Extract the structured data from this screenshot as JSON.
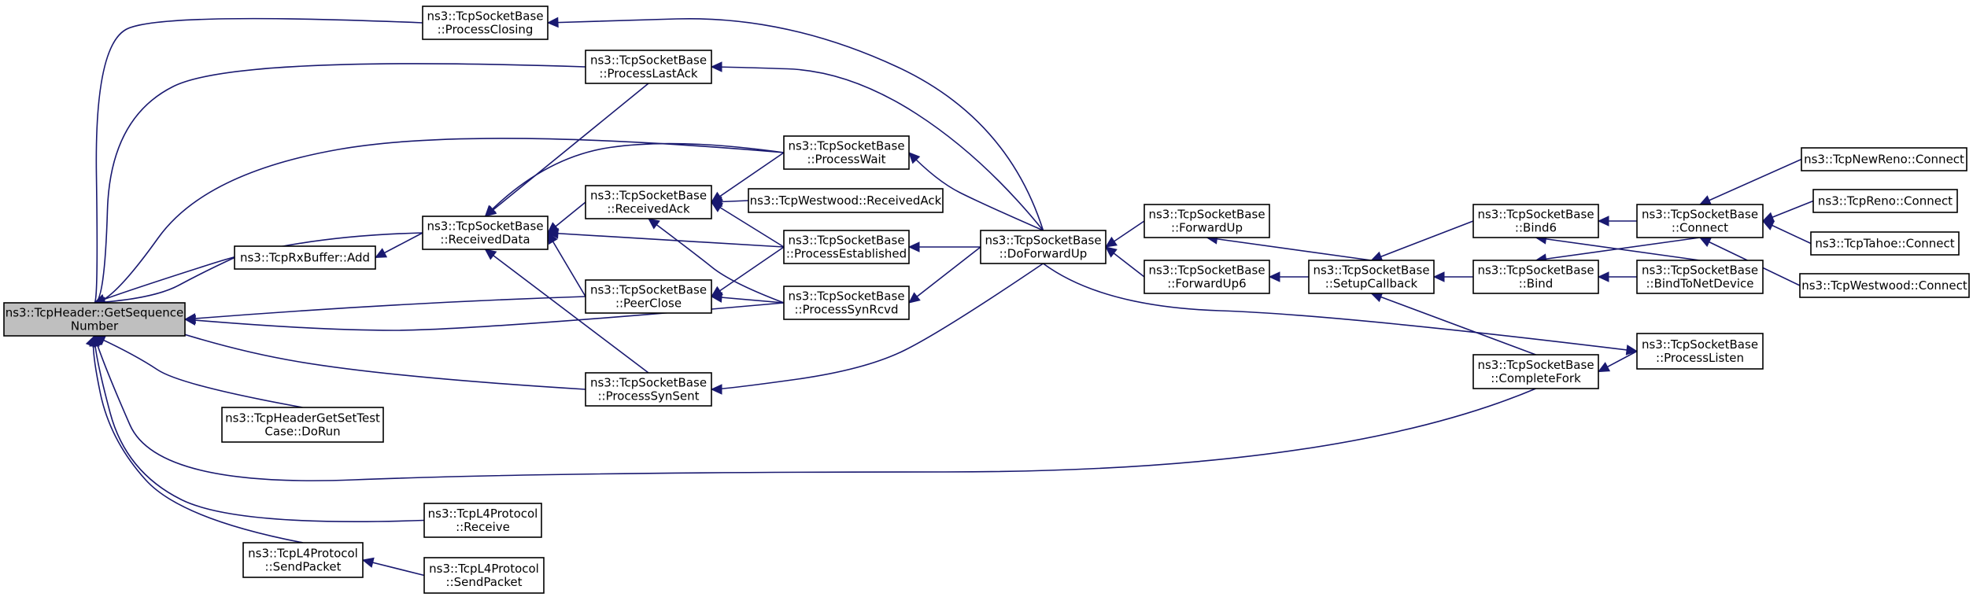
{
  "nodes": [
    {
      "id": "root",
      "label": [
        "ns3::TcpHeader::GetSequence",
        "Number"
      ],
      "highlight": true
    },
    {
      "id": "processClosing",
      "label": [
        "ns3::TcpSocketBase",
        "::ProcessClosing"
      ]
    },
    {
      "id": "processLastAck",
      "label": [
        "ns3::TcpSocketBase",
        "::ProcessLastAck"
      ]
    },
    {
      "id": "processWait",
      "label": [
        "ns3::TcpSocketBase",
        "::ProcessWait"
      ]
    },
    {
      "id": "receivedData",
      "label": [
        "ns3::TcpSocketBase",
        "::ReceivedData"
      ]
    },
    {
      "id": "receivedAck",
      "label": [
        "ns3::TcpSocketBase",
        "::ReceivedAck"
      ]
    },
    {
      "id": "westwoodReceivedAck",
      "label": [
        "ns3::TcpWestwood::ReceivedAck"
      ]
    },
    {
      "id": "rxBufferAdd",
      "label": [
        "ns3::TcpRxBuffer::Add"
      ]
    },
    {
      "id": "processEstablished",
      "label": [
        "ns3::TcpSocketBase",
        "::ProcessEstablished"
      ]
    },
    {
      "id": "doForwardUp",
      "label": [
        "ns3::TcpSocketBase",
        "::DoForwardUp"
      ]
    },
    {
      "id": "peerClose",
      "label": [
        "ns3::TcpSocketBase",
        "::PeerClose"
      ]
    },
    {
      "id": "processSynRcvd",
      "label": [
        "ns3::TcpSocketBase",
        "::ProcessSynRcvd"
      ]
    },
    {
      "id": "processSynSent",
      "label": [
        "ns3::TcpSocketBase",
        "::ProcessSynSent"
      ]
    },
    {
      "id": "headerTestDoRun",
      "label": [
        "ns3::TcpHeaderGetSetTest",
        "Case::DoRun"
      ]
    },
    {
      "id": "l4Receive",
      "label": [
        "ns3::TcpL4Protocol",
        "::Receive"
      ]
    },
    {
      "id": "l4SendPacketA",
      "label": [
        "ns3::TcpL4Protocol",
        "::SendPacket"
      ]
    },
    {
      "id": "l4SendPacketB",
      "label": [
        "ns3::TcpL4Protocol",
        "::SendPacket"
      ]
    },
    {
      "id": "forwardUp",
      "label": [
        "ns3::TcpSocketBase",
        "::ForwardUp"
      ]
    },
    {
      "id": "forwardUp6",
      "label": [
        "ns3::TcpSocketBase",
        "::ForwardUp6"
      ]
    },
    {
      "id": "setupCallback",
      "label": [
        "ns3::TcpSocketBase",
        "::SetupCallback"
      ]
    },
    {
      "id": "bind6",
      "label": [
        "ns3::TcpSocketBase",
        "::Bind6"
      ]
    },
    {
      "id": "bind",
      "label": [
        "ns3::TcpSocketBase",
        "::Bind"
      ]
    },
    {
      "id": "completeFork",
      "label": [
        "ns3::TcpSocketBase",
        "::CompleteFork"
      ]
    },
    {
      "id": "connect",
      "label": [
        "ns3::TcpSocketBase",
        "::Connect"
      ]
    },
    {
      "id": "bindToNetDevice",
      "label": [
        "ns3::TcpSocketBase",
        "::BindToNetDevice"
      ]
    },
    {
      "id": "processListen",
      "label": [
        "ns3::TcpSocketBase",
        "::ProcessListen"
      ]
    },
    {
      "id": "newRenoConnect",
      "label": [
        "ns3::TcpNewReno::Connect"
      ]
    },
    {
      "id": "renoConnect",
      "label": [
        "ns3::TcpReno::Connect"
      ]
    },
    {
      "id": "tahoeConnect",
      "label": [
        "ns3::TcpTahoe::Connect"
      ]
    },
    {
      "id": "westwoodConnect",
      "label": [
        "ns3::TcpWestwood::Connect"
      ]
    }
  ],
  "edges": [
    {
      "from": "processClosing",
      "to": "root"
    },
    {
      "from": "processLastAck",
      "to": "root"
    },
    {
      "from": "processWait",
      "to": "root"
    },
    {
      "from": "receivedData",
      "to": "root"
    },
    {
      "from": "rxBufferAdd",
      "to": "root"
    },
    {
      "from": "peerClose",
      "to": "root"
    },
    {
      "from": "processSynRcvd",
      "to": "root"
    },
    {
      "from": "processSynSent",
      "to": "root"
    },
    {
      "from": "headerTestDoRun",
      "to": "root"
    },
    {
      "from": "completeFork",
      "to": "root"
    },
    {
      "from": "l4Receive",
      "to": "root"
    },
    {
      "from": "l4SendPacketA",
      "to": "root"
    },
    {
      "from": "doForwardUp",
      "to": "processClosing"
    },
    {
      "from": "doForwardUp",
      "to": "processLastAck"
    },
    {
      "from": "doForwardUp",
      "to": "processWait"
    },
    {
      "from": "processLastAck",
      "to": "receivedData"
    },
    {
      "from": "processWait",
      "to": "receivedData"
    },
    {
      "from": "receivedAck",
      "to": "receivedData"
    },
    {
      "from": "processEstablished",
      "to": "receivedData"
    },
    {
      "from": "peerClose",
      "to": "receivedData"
    },
    {
      "from": "processSynSent",
      "to": "receivedData"
    },
    {
      "from": "receivedData",
      "to": "rxBufferAdd"
    },
    {
      "from": "processWait",
      "to": "receivedAck"
    },
    {
      "from": "westwoodReceivedAck",
      "to": "receivedAck"
    },
    {
      "from": "processEstablished",
      "to": "receivedAck"
    },
    {
      "from": "processSynRcvd",
      "to": "receivedAck"
    },
    {
      "from": "processEstablished",
      "to": "peerClose"
    },
    {
      "from": "processSynRcvd",
      "to": "peerClose"
    },
    {
      "from": "doForwardUp",
      "to": "processEstablished"
    },
    {
      "from": "doForwardUp",
      "to": "processSynRcvd"
    },
    {
      "from": "doForwardUp",
      "to": "processSynSent"
    },
    {
      "from": "forwardUp",
      "to": "doForwardUp"
    },
    {
      "from": "forwardUp6",
      "to": "doForwardUp"
    },
    {
      "from": "setupCallback",
      "to": "forwardUp"
    },
    {
      "from": "setupCallback",
      "to": "forwardUp6"
    },
    {
      "from": "bind6",
      "to": "setupCallback"
    },
    {
      "from": "bind",
      "to": "setupCallback"
    },
    {
      "from": "completeFork",
      "to": "setupCallback"
    },
    {
      "from": "connect",
      "to": "bind6"
    },
    {
      "from": "bindToNetDevice",
      "to": "bind6"
    },
    {
      "from": "connect",
      "to": "bind"
    },
    {
      "from": "bindToNetDevice",
      "to": "bind"
    },
    {
      "from": "processListen",
      "to": "completeFork"
    },
    {
      "from": "doForwardUp",
      "to": "processListen"
    },
    {
      "from": "newRenoConnect",
      "to": "connect"
    },
    {
      "from": "renoConnect",
      "to": "connect"
    },
    {
      "from": "tahoeConnect",
      "to": "connect"
    },
    {
      "from": "westwoodConnect",
      "to": "connect"
    },
    {
      "from": "l4SendPacketB",
      "to": "l4SendPacketA"
    }
  ]
}
